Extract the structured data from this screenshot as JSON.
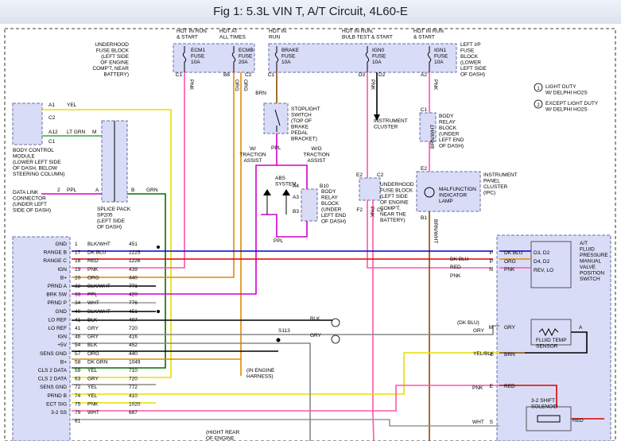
{
  "title": "Fig 1: 5.3L VIN T, A/T Circuit, 4L60-E",
  "top_labels": {
    "hot_run_start_1": [
      "HOT IN RUN",
      "& START"
    ],
    "hot_all_times": [
      "HOT AT",
      "ALL TIMES"
    ],
    "hot_run": [
      "HOT IN",
      "RUN"
    ],
    "hot_run_bulb": [
      "HOT IN RUN,",
      "BULB TEST & START"
    ],
    "hot_run_start_2": [
      "HOT IN RUN",
      "& START"
    ]
  },
  "fuse_blocks": {
    "underhood": [
      "UNDERHOOD",
      "FUSE BLOCK",
      "(LEFT SIDE",
      "OF ENGINE",
      "COMP'T, NEAR",
      "BATTERY)"
    ],
    "left_ip": [
      "LEFT I/P",
      "FUSE",
      "BLOCK",
      "(LOWER",
      "LEFT SIDE",
      "OF DASH)"
    ]
  },
  "fuses": [
    {
      "name": "ECM1",
      "label": "FUSE",
      "rating": "10A"
    },
    {
      "name": "ECMB",
      "label": "FUSE",
      "rating": "20A"
    },
    {
      "name": "BRAKE",
      "label": "FUSE",
      "rating": "10A"
    },
    {
      "name": "IGN0",
      "label": "FUSE",
      "rating": "10A"
    },
    {
      "name": "IGN1",
      "label": "FUSE",
      "rating": "10A"
    }
  ],
  "legend": [
    {
      "num": "1",
      "text": [
        "LIGHT DUTY",
        "W/ DELPHI HO2S"
      ]
    },
    {
      "num": "2",
      "text": [
        "EXCEPT LIGHT DUTY",
        "W/ DELPHI HO2S"
      ]
    }
  ],
  "wire_labels": {
    "pnk": "PNK",
    "org": "ORG",
    "brn": "BRN",
    "ppl": "PPL",
    "yel": "YEL",
    "lt_grn": "LT GRN",
    "brn_wht": "BRN/WHT",
    "grn": "GRN",
    "red": "RED",
    "blk": "BLK",
    "gry": "GRY",
    "dk_blu": "DK BLU",
    "yel_blk": "YEL/BLK",
    "dk_blu_paren": "(DK BLU)",
    "wht": "WHT"
  },
  "pins": {
    "c1": "C1",
    "c2": "C2",
    "b8": "B8",
    "d3": "D3",
    "c1b": "C1",
    "d2": "D2",
    "a2": "A2",
    "a12": "A12",
    "m": "M",
    "e2": "E2",
    "c2b": "C2",
    "b1": "B1",
    "a": "A",
    "b": "B",
    "f2": "F2",
    "s": "S",
    "l": "L",
    "pin2": "2",
    "p": "P",
    "n": "N",
    "e": "E",
    "pa": "A",
    "a3": "A3",
    "b3": "B3",
    "b10": "B10",
    "a4": "A4",
    "c1c": "C1",
    "e2b": "E2"
  },
  "components": {
    "bcm": [
      "BODY CONTROL",
      "MODULE",
      "(LOWER LEFT SIDE",
      "OF DASH, BELOW",
      "STEERING COLUMN)"
    ],
    "dlc": [
      "DATA LINK",
      "CONNECTOR",
      "(UNDER LEFT",
      "SIDE OF DASH)"
    ],
    "splice_pack": [
      "SPLICE PACK",
      "SP205",
      "(LEFT SIDE",
      "OF DASH)"
    ],
    "stoplight": [
      "STOPLIGHT",
      "SWITCH",
      "(TOP OF",
      "BRAKE",
      "PEDAL",
      "BRACKET)"
    ],
    "traction_w": [
      "W/",
      "TRACTION",
      "ASSIST"
    ],
    "traction_wo": [
      "W/O",
      "TRACTION",
      "ASSIST"
    ],
    "abs": [
      "ABS",
      "SYSTEM"
    ],
    "body_relay_block": [
      "BODY",
      "RELAY",
      "BLOCK",
      "(UNDER",
      "LEFT END",
      "OF DASH)"
    ],
    "body_relay_block_2": [
      "BODY",
      "RELAY",
      "BLOCK",
      "(UNDER",
      "LEFT END",
      "OF DASH)"
    ],
    "instrument_cluster_arrow": [
      "INSTRUMENT",
      "CLUSTER"
    ],
    "underhood_fb2": [
      "UNDERHOOD",
      "FUSE BLOCK",
      "(LEFT SIDE",
      "OF ENGINE",
      "COMP'T,",
      "NEAR THE",
      "BATTERY)"
    ],
    "mil": [
      "MALFUNCTION",
      "INDICATOR",
      "LAMP"
    ],
    "ipc": [
      "INSTRUMENT",
      "PANEL",
      "CLUSTER",
      "(IPC)"
    ],
    "at_switch": [
      "A/T",
      "FLUID",
      "PRESSURE",
      "MANUAL",
      "VALVE",
      "POSITION",
      "SWITCH"
    ],
    "fluid_temp": [
      "FLUID TEMP",
      "SENSOR"
    ],
    "shift_sol": [
      "3-2 SHIFT",
      "SOLENOID"
    ],
    "s113": "S113",
    "engine_harness": [
      "(IN ENGINE",
      "HARNESS)"
    ],
    "high_rear": [
      "(HIGHT REAR",
      "OF ENGINE"
    ]
  },
  "switch_box": {
    "rows": [
      {
        "label": "D3, D2"
      },
      {
        "label": "D4, D2"
      },
      {
        "label": "REV, LO"
      }
    ]
  },
  "pcm_rows": [
    {
      "name": "GND",
      "pin": "1",
      "color": "BLK/WHT",
      "circuit": "451"
    },
    {
      "name": "RANGE B",
      "pin": "17",
      "color": "DK BLU",
      "circuit": "1225"
    },
    {
      "name": "RANGE C",
      "pin": "18",
      "color": "RED",
      "circuit": "1226"
    },
    {
      "name": "IGN",
      "pin": "19",
      "color": "PNK",
      "circuit": "439"
    },
    {
      "name": "B+",
      "pin": "20",
      "color": "ORG",
      "circuit": "440"
    },
    {
      "name": "PRND A",
      "pin": "32",
      "color": "BLK/WHT",
      "circuit": "771"
    },
    {
      "name": "BRK SW",
      "pin": "33",
      "color": "PPL",
      "circuit": "420"
    },
    {
      "name": "PRND P",
      "pin": "34",
      "color": "WHT",
      "circuit": "776"
    },
    {
      "name": "GND",
      "pin": "40",
      "color": "BLK/WHT",
      "circuit": "451"
    },
    {
      "name": "LO REF",
      "pin": "41",
      "color": "BLK",
      "circuit": "407"
    },
    {
      "name": "LO REF",
      "pin": "41",
      "color": "GRY",
      "circuit": "720"
    },
    {
      "name": "IGN",
      "pin": "46",
      "color": "GRY",
      "circuit": "416"
    },
    {
      "name": "+5V",
      "pin": "54",
      "color": "BLK",
      "circuit": "452"
    },
    {
      "name": "SENS GND",
      "pin": "57",
      "color": "ORG",
      "circuit": "440"
    },
    {
      "name": "B+",
      "pin": "58",
      "color": "DK GRN",
      "circuit": "1049"
    },
    {
      "name": "CLS 2 DATA",
      "pin": "59",
      "color": "YEL",
      "circuit": "710"
    },
    {
      "name": "CLS 2 DATA",
      "pin": "63",
      "color": "GRY",
      "circuit": "720"
    },
    {
      "name": "SENS GND",
      "pin": "72",
      "color": "YEL",
      "circuit": "772"
    },
    {
      "name": "PRND B",
      "pin": "74",
      "color": "YEL",
      "circuit": "410"
    },
    {
      "name": "ECT SIG",
      "pin": "75",
      "color": "PNK",
      "circuit": "1020"
    },
    {
      "name": "3-2 SS",
      "pin": "79",
      "color": "WHT",
      "circuit": "687"
    }
  ],
  "trailing_pin": "81"
}
